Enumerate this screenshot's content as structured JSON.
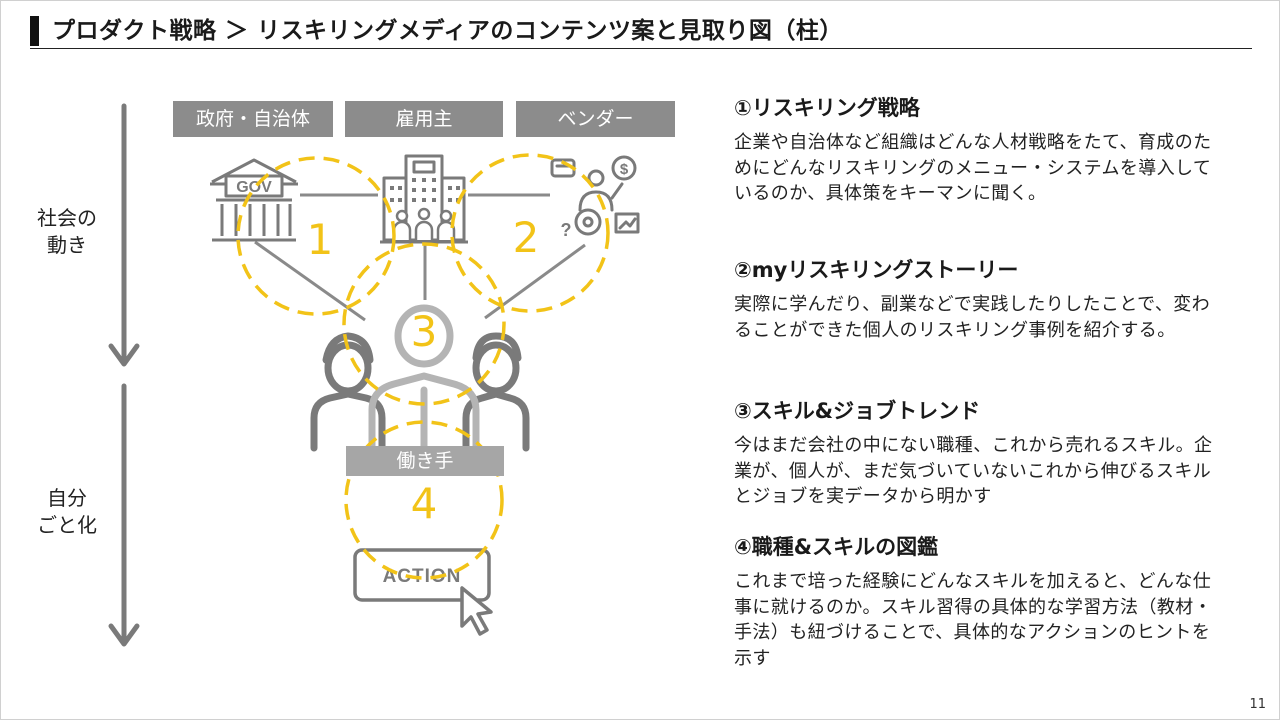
{
  "title": "プロダクト戦略 ＞ リスキリングメディアのコンテンツ案と見取り図（柱）",
  "axis": {
    "top_label": "社会の\n動き",
    "bottom_label": "自分\nごと化"
  },
  "categories": [
    "政府・自治体",
    "雇用主",
    "ベンダー"
  ],
  "diagram": {
    "gov_icon_text": "GOV",
    "circle_numbers": [
      "1",
      "2",
      "3",
      "4"
    ],
    "worker_label": "働き手",
    "action_text": "ACTION",
    "accent_color": "#f2c318",
    "icon_color": "#7a7a7a"
  },
  "sections": [
    {
      "title": "①リスキリング戦略",
      "body": "企業や自治体など組織はどんな人材戦略をたて、育成のためにどんなリスキリングのメニュー・システムを導入しているのか、具体策をキーマンに聞く。"
    },
    {
      "title": "②myリスキリングストーリー",
      "body": "実際に学んだり、副業などで実践したりしたことで、変わることができた個人のリスキリング事例を紹介する。"
    },
    {
      "title": "③スキル&ジョブトレンド",
      "body": "今はまだ会社の中にない職種、これから売れるスキル。企業が、個人が、まだ気づいていないこれから伸びるスキルとジョブを実データから明かす"
    },
    {
      "title": "④職種&スキルの図鑑",
      "body": "これまで培った経験にどんなスキルを加えると、どんな仕事に就けるのか。スキル習得の具体的な学習方法（教材・手法）も紐づけることで、具体的なアクションのヒントを示す"
    }
  ],
  "page_number": "11"
}
